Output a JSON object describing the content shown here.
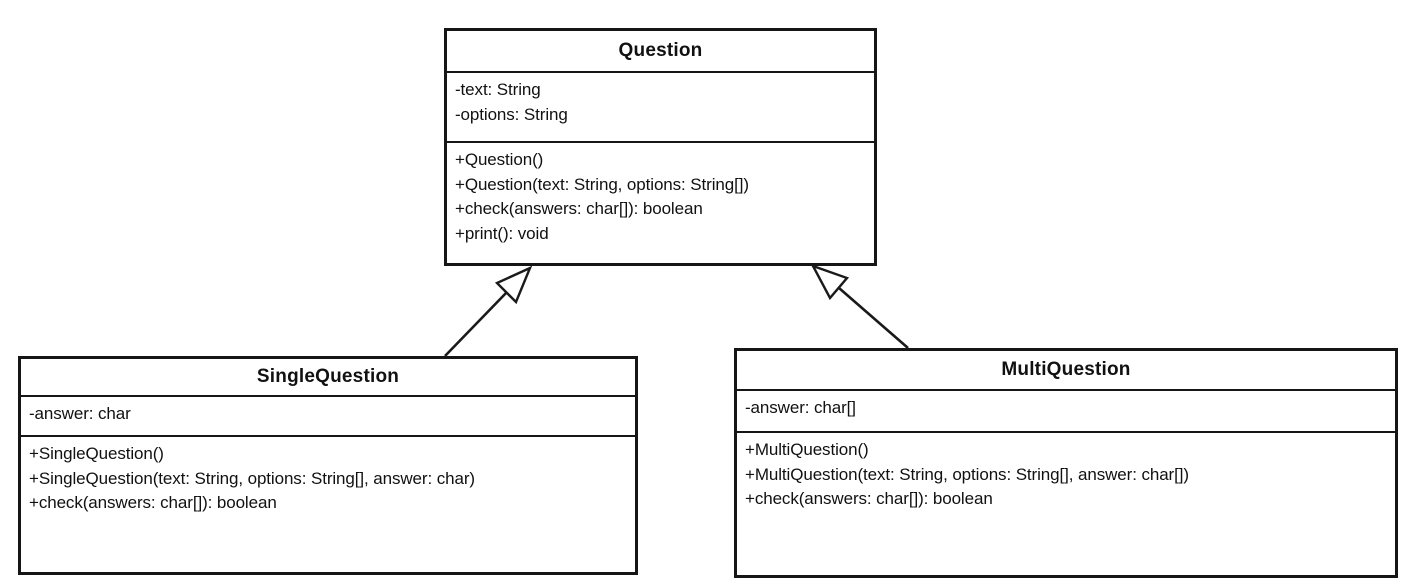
{
  "diagram": {
    "type": "uml-class-diagram",
    "classes": [
      {
        "name": "Question",
        "attributes": [
          "-text: String",
          "-options: String"
        ],
        "methods": [
          "+Question()",
          "+Question(text: String, options: String[])",
          "+check(answers: char[]): boolean",
          "+print(): void"
        ]
      },
      {
        "name": "SingleQuestion",
        "attributes": [
          "-answer: char"
        ],
        "methods": [
          "+SingleQuestion()",
          "+SingleQuestion(text: String, options: String[], answer: char)",
          "+check(answers: char[]): boolean"
        ]
      },
      {
        "name": "MultiQuestion",
        "attributes": [
          "-answer: char[]"
        ],
        "methods": [
          "+MultiQuestion()",
          "+MultiQuestion(text: String, options: String[], answer: char[])",
          "+check(answers: char[]): boolean"
        ]
      }
    ],
    "relationships": [
      {
        "from": "SingleQuestion",
        "to": "Question",
        "type": "generalization"
      },
      {
        "from": "MultiQuestion",
        "to": "Question",
        "type": "generalization"
      }
    ],
    "colors": {
      "line": "#1a1a1a",
      "background": "#ffffff",
      "text": "#111111"
    }
  }
}
